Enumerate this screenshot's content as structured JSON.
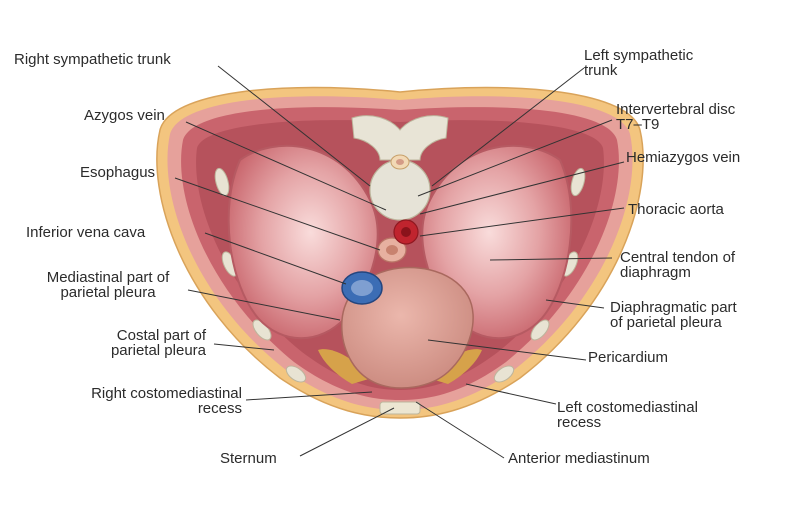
{
  "labels": {
    "right_sympathetic_trunk": "Right sympathetic trunk",
    "left_sympathetic_trunk": [
      "Left sympathetic",
      "trunk"
    ],
    "azygos_vein": "Azygos vein",
    "intervertebral_disc": [
      "Intervertebral disc",
      "T7–T9"
    ],
    "esophagus": "Esophagus",
    "hemiazygos_vein": "Hemiazygos vein",
    "thoracic_aorta": "Thoracic aorta",
    "inferior_vena_cava": "Inferior vena cava",
    "central_tendon": [
      "Central tendon of",
      "diaphragm"
    ],
    "mediastinal_pleura": [
      "Mediastinal part of",
      "parietal pleura"
    ],
    "diaphragmatic_pleura": [
      "Diaphragmatic part",
      "of parietal pleura"
    ],
    "costal_pleura": [
      "Costal part of",
      "parietal pleura"
    ],
    "pericardium": "Pericardium",
    "right_costomediastinal": [
      "Right costomediastinal",
      "recess"
    ],
    "left_costomediastinal": [
      "Left costomediastinal",
      "recess"
    ],
    "sternum": "Sternum",
    "anterior_mediastinum": "Anterior mediastinum"
  },
  "colors": {
    "outer_skin": "#f2c27a",
    "body_wall": "#e7a39a",
    "muscle": "#c8666e",
    "diaphragm_dome": "#d98e92",
    "tendon_center": "#f7d9d7",
    "pericardium": "#dda094",
    "aorta": "#c0242e",
    "ivc": "#3c6db5",
    "vertebra": "#e6e3d7",
    "fat": "#d6a24a",
    "leader_line": "#333333"
  }
}
